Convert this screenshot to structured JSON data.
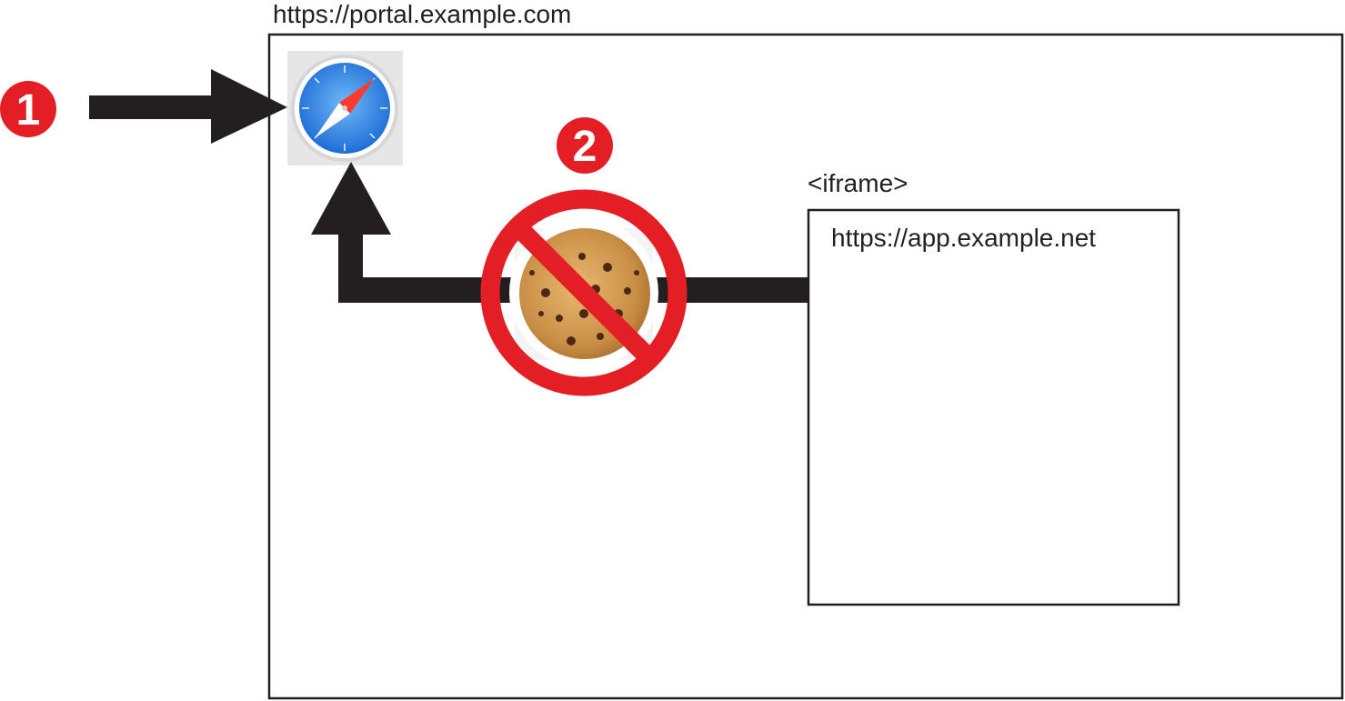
{
  "outer_page": {
    "url": "https://portal.example.com"
  },
  "iframe": {
    "tag_label": "<iframe>",
    "url": "https://app.example.net"
  },
  "steps": [
    {
      "number": "1"
    },
    {
      "number": "2"
    }
  ],
  "icons": {
    "browser": "safari-compass-icon",
    "blocked": "no-symbol-icon",
    "cookie": "cookie-icon"
  },
  "colors": {
    "arrow": "#231f20",
    "badge": "#e31e25",
    "prohibition": "#e31e25",
    "compass_blue": "#3d8fe3"
  }
}
